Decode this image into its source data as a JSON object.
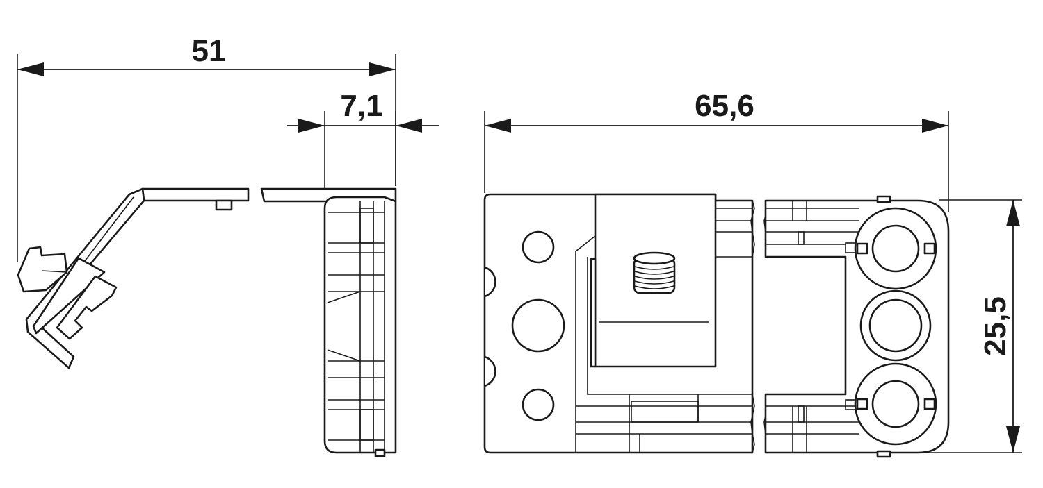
{
  "dimensions": {
    "width_overall": "51",
    "width_side_view": "7,1",
    "length_front_view": "65,6",
    "height_front_view": "25,5"
  },
  "colors": {
    "line": "#1a1a1a",
    "background": "#ffffff"
  }
}
